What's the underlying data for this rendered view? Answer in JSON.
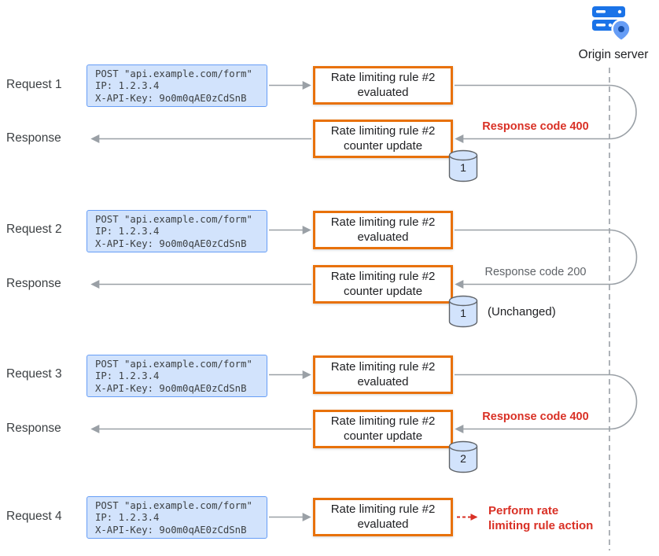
{
  "origin_server": {
    "label": "Origin server"
  },
  "request_payload": {
    "line1": "POST \"api.example.com/form\"",
    "line2": "IP: 1.2.3.4",
    "line3": "X-API-Key: 9o0m0qAE0zCdSnB"
  },
  "boxes": {
    "evaluated": {
      "line1": "Rate limiting rule #2",
      "line2": "evaluated"
    },
    "counter_update": {
      "line1": "Rate limiting rule #2",
      "line2": "counter update"
    }
  },
  "rows": [
    {
      "request_label": "Request 1",
      "response_label": "Response",
      "response_code": "Response code 400",
      "response_code_color": "#d93025",
      "counter_value": "1",
      "note": ""
    },
    {
      "request_label": "Request 2",
      "response_label": "Response",
      "response_code": "Response code 200",
      "response_code_color": "#5f6368",
      "counter_value": "1",
      "note": "(Unchanged)"
    },
    {
      "request_label": "Request 3",
      "response_label": "Response",
      "response_code": "Response code 400",
      "response_code_color": "#d93025",
      "counter_value": "2",
      "note": ""
    },
    {
      "request_label": "Request 4",
      "action_line1": "Perform rate",
      "action_line2": "limiting rule action"
    }
  ],
  "icons": {
    "origin_server": "server-with-location-pin-icon",
    "counter": "database-cylinder-icon"
  },
  "colors": {
    "payload_box_fill": "#d2e3fc",
    "payload_box_border": "#669df6",
    "rule_box_border": "#e8710a",
    "arrow_gray": "#9aa0a6",
    "alert_red": "#d93025",
    "muted_gray": "#5f6368",
    "counter_fill": "#d2e3fc",
    "server_blue": "#1a73e8",
    "pin_blue": "#669df6"
  }
}
